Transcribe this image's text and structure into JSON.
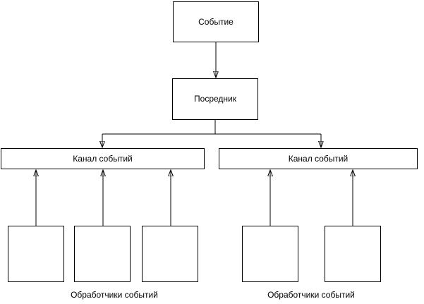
{
  "diagram": {
    "background_color": "#ffffff",
    "node_fill_color": "#ffffff",
    "node_stroke_color": "#000000",
    "nodes": {
      "event": {
        "label": "Событие"
      },
      "mediator": {
        "label": "Посредник"
      },
      "channel_left": {
        "label": "Канал событий"
      },
      "channel_right": {
        "label": "Канал событий"
      },
      "handler_boxes_count": 5
    },
    "captions": {
      "handlers_left": "Обработчики событий",
      "handlers_right": "Обработчики событий"
    },
    "edges": [
      {
        "from": "event",
        "to": "mediator",
        "arrow": "down"
      },
      {
        "from": "mediator",
        "to": "channel_left",
        "arrow": "down"
      },
      {
        "from": "mediator",
        "to": "channel_right",
        "arrow": "down"
      },
      {
        "from": "handler_1",
        "to": "channel_left",
        "arrow": "up"
      },
      {
        "from": "handler_2",
        "to": "channel_left",
        "arrow": "up"
      },
      {
        "from": "handler_3",
        "to": "channel_left",
        "arrow": "up"
      },
      {
        "from": "handler_4",
        "to": "channel_right",
        "arrow": "up"
      },
      {
        "from": "handler_5",
        "to": "channel_right",
        "arrow": "up"
      }
    ]
  }
}
